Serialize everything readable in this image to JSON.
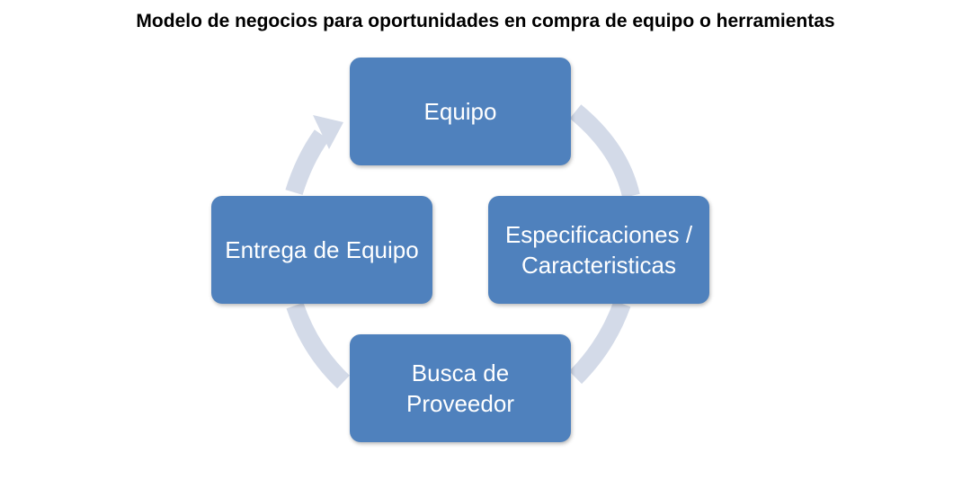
{
  "title": "Modelo de negocios para oportunidades en compra de equipo o herramientas",
  "colors": {
    "node_fill": "#4f81bd",
    "node_text": "#ffffff",
    "arc": "#d3dae8"
  },
  "nodes": [
    {
      "id": "equipo",
      "label": "Equipo"
    },
    {
      "id": "especificaciones",
      "label": "Especificaciones / Caracteristicas"
    },
    {
      "id": "busca",
      "label": "Busca de Proveedor"
    },
    {
      "id": "entrega",
      "label": "Entrega de Equipo"
    }
  ]
}
